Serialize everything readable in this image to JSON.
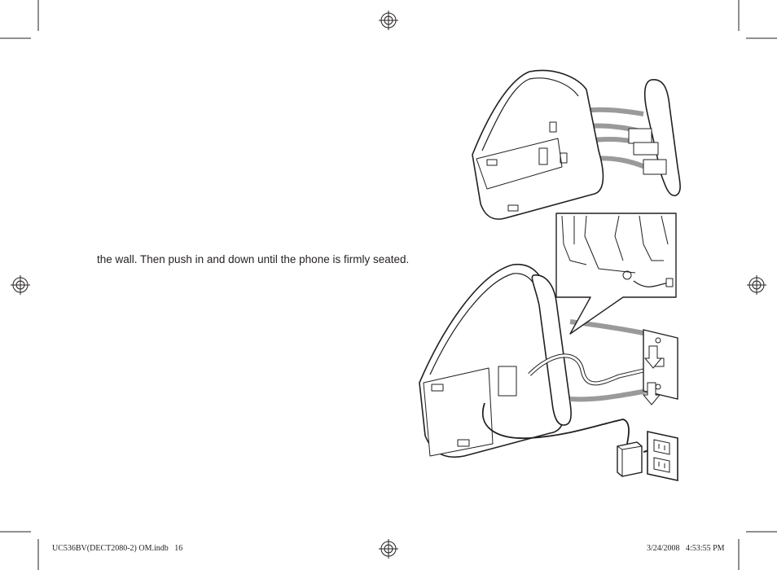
{
  "body_text": "the wall. Then push in and down until the phone is firmly seated.",
  "slug": {
    "file": "UC536BV(DECT2080-2) OM.indb   16",
    "datetime": "3/24/2008   4:53:55 PM"
  },
  "icons": [
    "registration-mark-icon",
    "crop-mark-icon",
    "wall-mount-illustration",
    "ac-adapter-icon",
    "wall-outlet-icon",
    "phone-jack-icon"
  ],
  "colors": {
    "ink": "#231f20",
    "cord_gray": "#9a9a9a"
  }
}
